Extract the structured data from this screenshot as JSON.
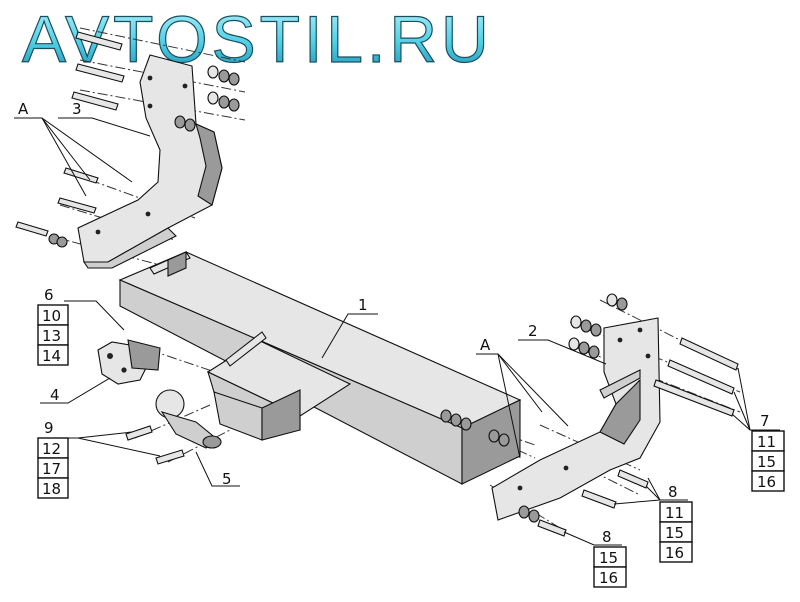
{
  "brand": {
    "title": "AVTOSTIL.RU"
  },
  "callouts": {
    "c1": "1",
    "c2": "2",
    "c3": "3",
    "c4": "4",
    "c5": "5",
    "a_left": "A",
    "a_right": "A",
    "g6": [
      "6",
      "10",
      "13",
      "14"
    ],
    "g9": [
      "9",
      "12",
      "17",
      "18"
    ],
    "g7": [
      "7",
      "11",
      "15",
      "16"
    ],
    "g8a": [
      "8",
      "11",
      "15",
      "16"
    ],
    "g8b": [
      "8",
      "15",
      "16"
    ]
  },
  "colors": {
    "brand_fill": "#5fd6ea",
    "brand_stroke": "#1c4f5e"
  }
}
